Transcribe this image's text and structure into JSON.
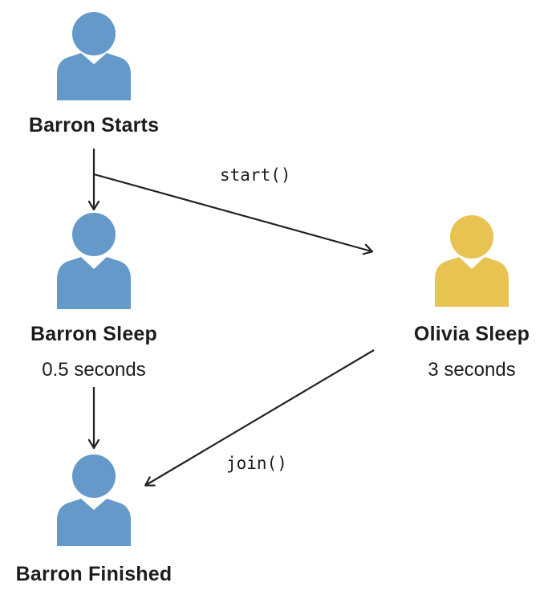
{
  "colors": {
    "barron": "#6599c9",
    "olivia": "#e9c351",
    "arrow": "#222222",
    "text": "#1c1c1c"
  },
  "nodes": {
    "barron_starts": {
      "title": "Barron Starts",
      "icon": "person-icon"
    },
    "barron_sleep": {
      "title": "Barron Sleep",
      "subtitle": "0.5 seconds",
      "icon": "person-icon"
    },
    "olivia_sleep": {
      "title": "Olivia Sleep",
      "subtitle": "3 seconds",
      "icon": "person-icon"
    },
    "barron_finished": {
      "title": "Barron Finished",
      "icon": "person-icon"
    }
  },
  "edges": {
    "start_call": "start()",
    "join_call": "join()"
  }
}
